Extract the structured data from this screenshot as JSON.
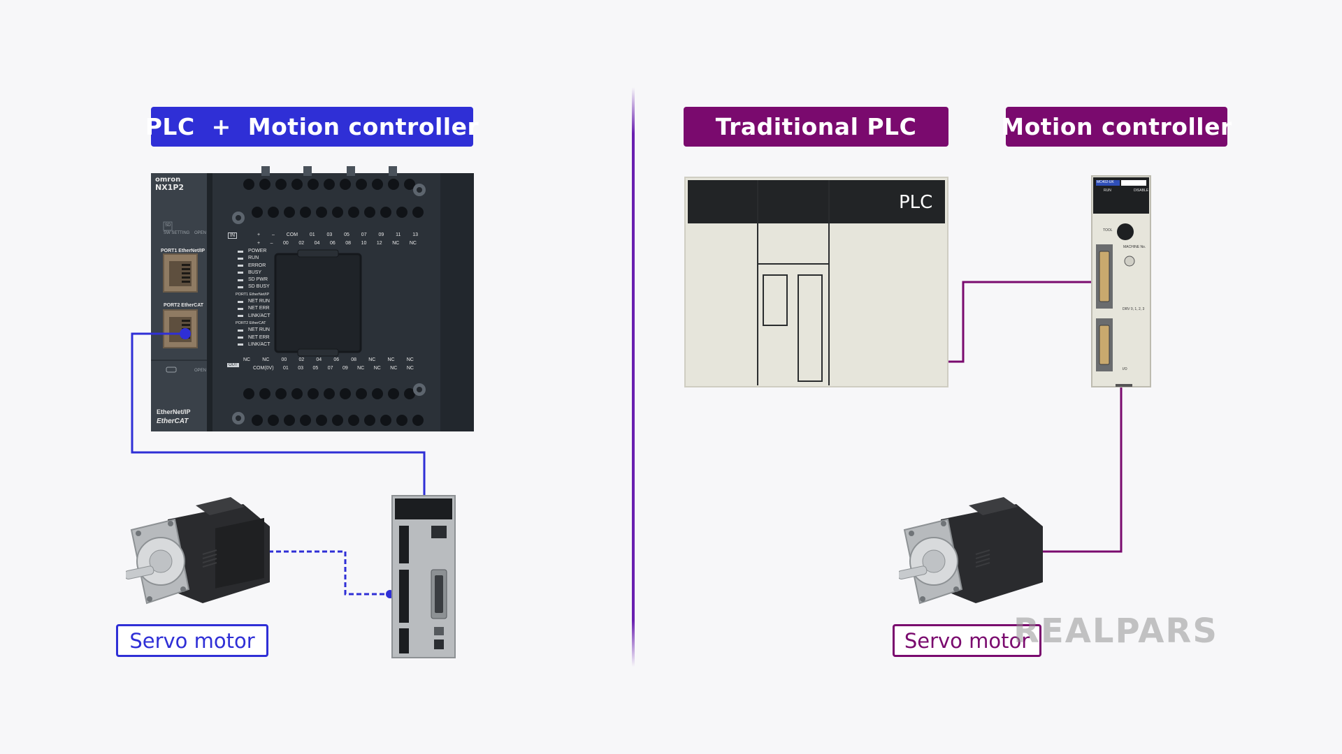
{
  "left": {
    "title": "PLC  +  Motion controller",
    "title_color": "#2f2fd6",
    "motor_label": "Servo motor",
    "label_color": "#2f2fd6",
    "controller": {
      "brand": "omron",
      "model": "NX1P2",
      "sd_label": "SD",
      "sw_setting": "SW SETTING",
      "open_label": "OPEN",
      "port1": "PORT1 EtherNet/IP",
      "port2": "PORT2 EtherCAT",
      "in_label": "IN",
      "out_label": "OUT",
      "status_labels": [
        "POWER",
        "RUN",
        "ERROR",
        "BUSY",
        "SD PWR",
        "SD BUSY"
      ],
      "port1_heading": "PORT1 EtherNet/IP",
      "port1_status": [
        "NET RUN",
        "NET ERR",
        "LINK/ACT"
      ],
      "port2_heading": "PORT2 EtherCAT",
      "port2_status": [
        "NET RUN",
        "NET ERR",
        "LINK/ACT"
      ],
      "ethernet_ip": "EtherNet/IP",
      "ethercat": "EtherCAT",
      "in_row1": [
        "+",
        "–",
        "COM",
        "01",
        "03",
        "05",
        "07",
        "09",
        "11",
        "13"
      ],
      "in_row2": [
        "+",
        "–",
        "00",
        "02",
        "04",
        "06",
        "08",
        "10",
        "12",
        "NC",
        "NC"
      ],
      "out_row1": [
        "NC",
        "NC",
        "00",
        "02",
        "04",
        "06",
        "08",
        "NC",
        "NC",
        "NC"
      ],
      "out_row2": [
        "COM(0V)",
        "01",
        "03",
        "05",
        "07",
        "09",
        "NC",
        "NC",
        "NC",
        "NC"
      ]
    }
  },
  "right": {
    "plc_title": "Traditional PLC",
    "motion_title": "Motion controller",
    "title_color": "#7a0a6e",
    "plc_text": "PLC",
    "motor_label": "Servo motor",
    "label_color": "#7a0a6e",
    "module": {
      "model": "MC402-UK",
      "run": "RUN",
      "disable": "DISABLE",
      "tool": "TOOL",
      "machine_no": "MACHINE No.",
      "drv": "DRV 0, 1, 2, 3",
      "io": "I/O"
    }
  },
  "watermark": "REALPARS",
  "colors": {
    "left_accent": "#2f2fd6",
    "right_accent": "#7a0a6e",
    "divider": "#6a1fb0"
  }
}
